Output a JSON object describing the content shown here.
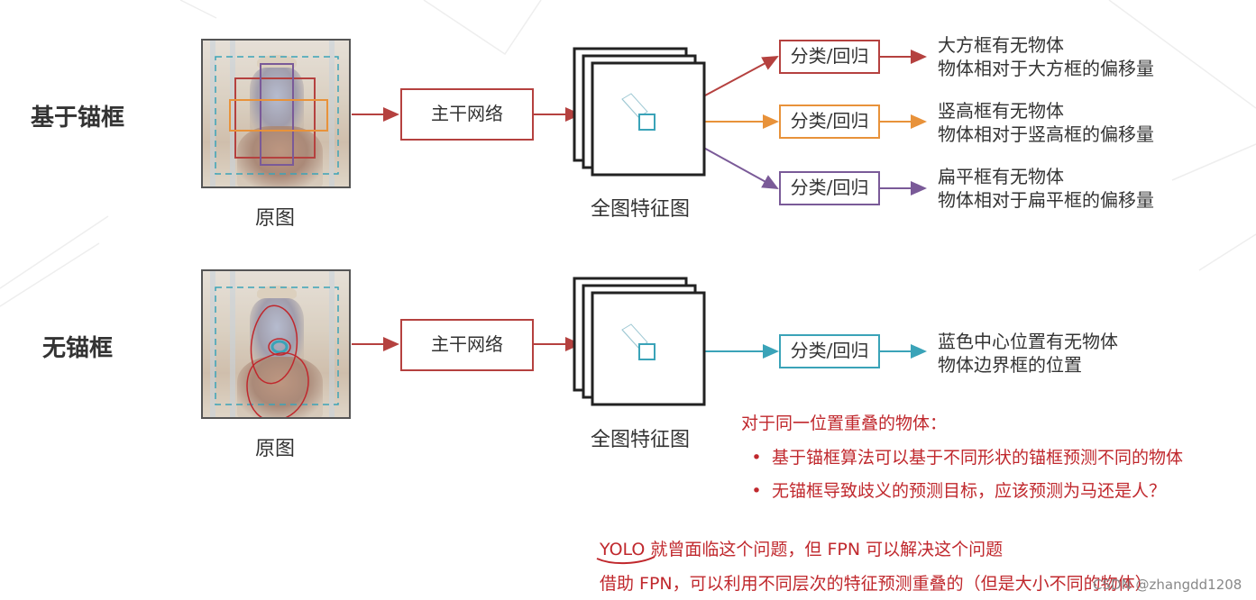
{
  "anchor_row": {
    "title": "基于锚框",
    "image_caption": "原图",
    "backbone_label": "主干网络",
    "feature_caption": "全图特征图",
    "heads": [
      {
        "label": "分类/回归",
        "color": "#b5413f",
        "line1": "大方框有无物体",
        "line2": "物体相对于大方框的偏移量"
      },
      {
        "label": "分类/回归",
        "color": "#e8923a",
        "line1": "竖高框有无物体",
        "line2": "物体相对于竖高框的偏移量"
      },
      {
        "label": "分类/回归",
        "color": "#7a5a98",
        "line1": "扁平框有无物体",
        "line2": "物体相对于扁平框的偏移量"
      }
    ]
  },
  "anchor_free_row": {
    "title": "无锚框",
    "image_caption": "原图",
    "backbone_label": "主干网络",
    "feature_caption": "全图特征图",
    "head": {
      "label": "分类/回归",
      "color": "#3aa3b8",
      "line1": "蓝色中心位置有无物体",
      "line2": "物体边界框的位置"
    }
  },
  "notes": {
    "heading": "对于同一位置重叠的物体：",
    "bullets": [
      "基于锚框算法可以基于不同形状的锚框预测不同的物体",
      "无锚框导致歧义的预测目标，应该预测为马还是人？"
    ],
    "bullet_glyph": "•",
    "line1": "YOLO 就曾面临这个问题，但 FPN 可以解决这个问题",
    "line2": "借助 FPN，可以利用不同层次的特征预测重叠的（但是大小不同的物体）"
  },
  "watermark": "CSDN @zhangdd1208",
  "colors": {
    "backbone_border": "#b5413f",
    "feature_cell": "#3aa3b8",
    "note_red": "#c0282d"
  }
}
